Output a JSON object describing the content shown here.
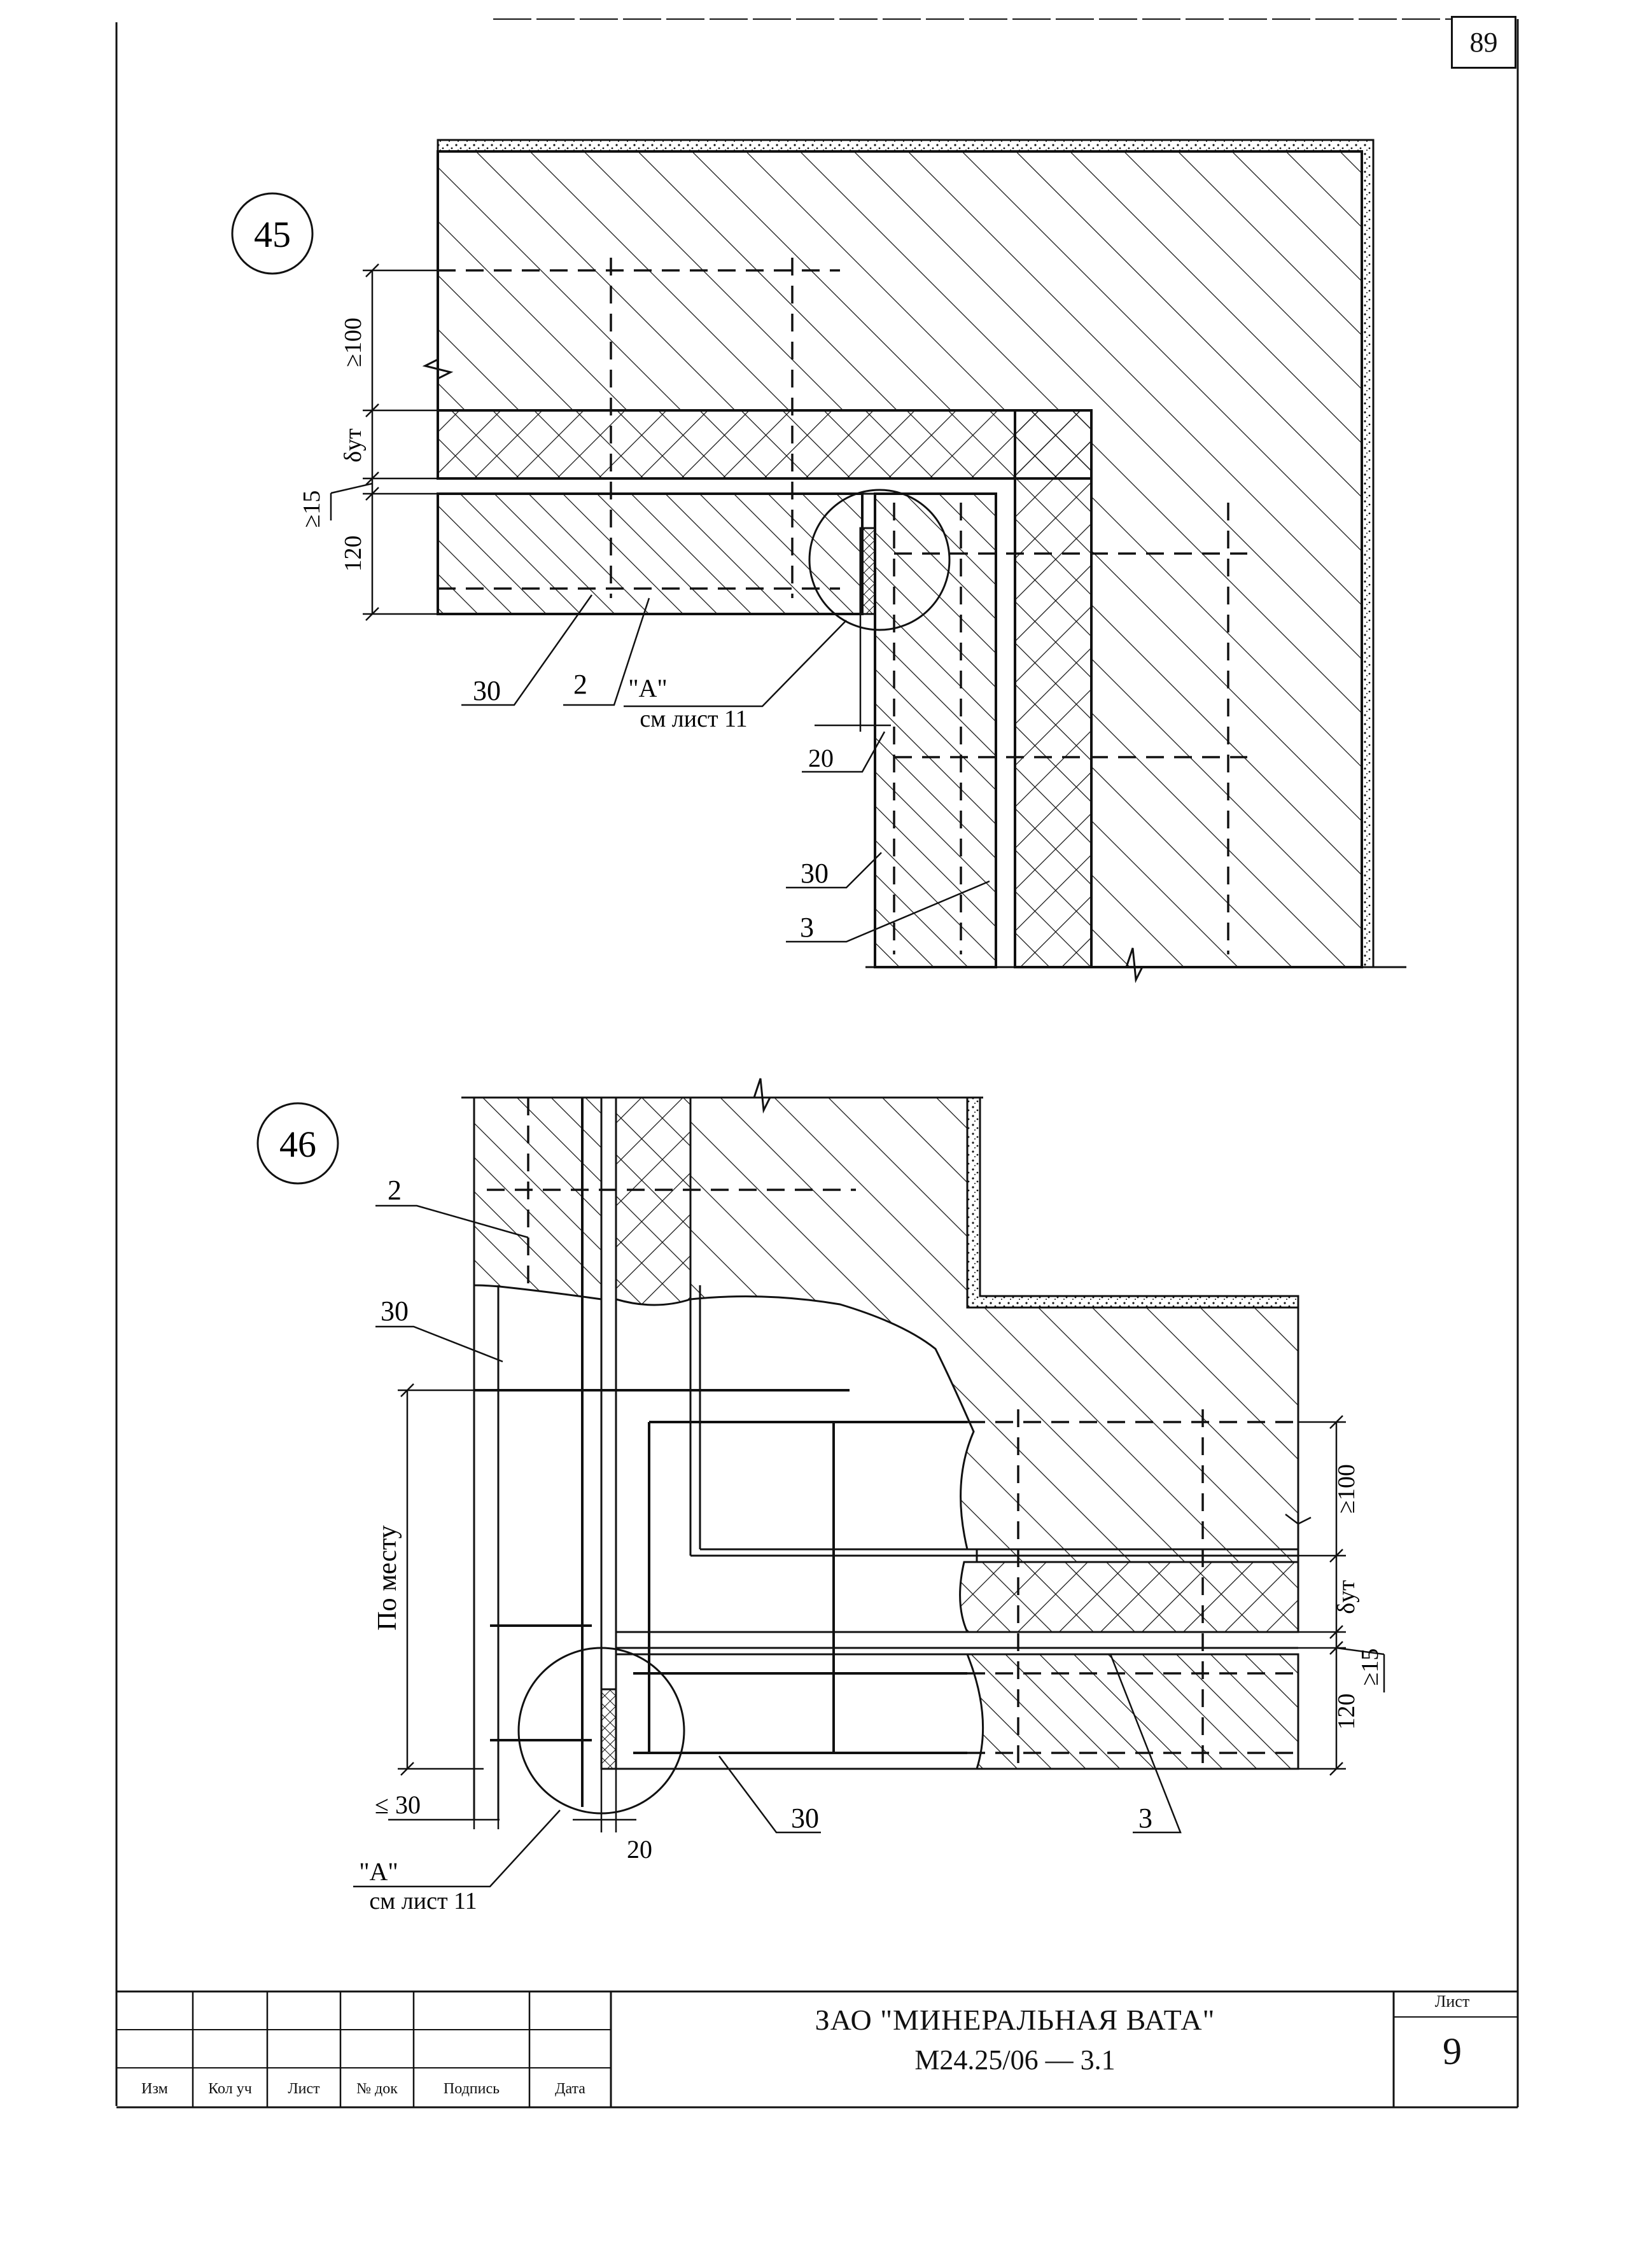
{
  "page_number": "89",
  "detail_45": {
    "number": "45",
    "dim_min100": "≥100",
    "dim_insul": "δут",
    "dim_min15": "≥15",
    "dim_120": "120",
    "dim_20": "20",
    "label_30a": "30",
    "label_2": "2",
    "label_A": "\"A\"",
    "label_see": "см  лист 11",
    "label_30b": "30",
    "label_3": "3"
  },
  "detail_46": {
    "number": "46",
    "label_2": "2",
    "label_30a": "30",
    "dim_po_mestu": "По месту",
    "dim_le30": "≤ 30",
    "dim_20": "20",
    "label_A": "\"A\"",
    "label_see": "см  лист 11",
    "label_30b": "30",
    "label_3": "3",
    "dim_min100": "≥100",
    "dim_insul": "δут",
    "dim_min15": "≥15",
    "dim_120": "120"
  },
  "title_block": {
    "headers": [
      "Изм",
      "Кол уч",
      "Лист",
      "№ док",
      "Подпись",
      "Дата"
    ],
    "organization": "ЗАО \"МИНЕРАЛЬНАЯ ВАТА\"",
    "document_code": "М24.25/06  —  3.1",
    "sheet_label": "Лист",
    "sheet_number": "9"
  }
}
